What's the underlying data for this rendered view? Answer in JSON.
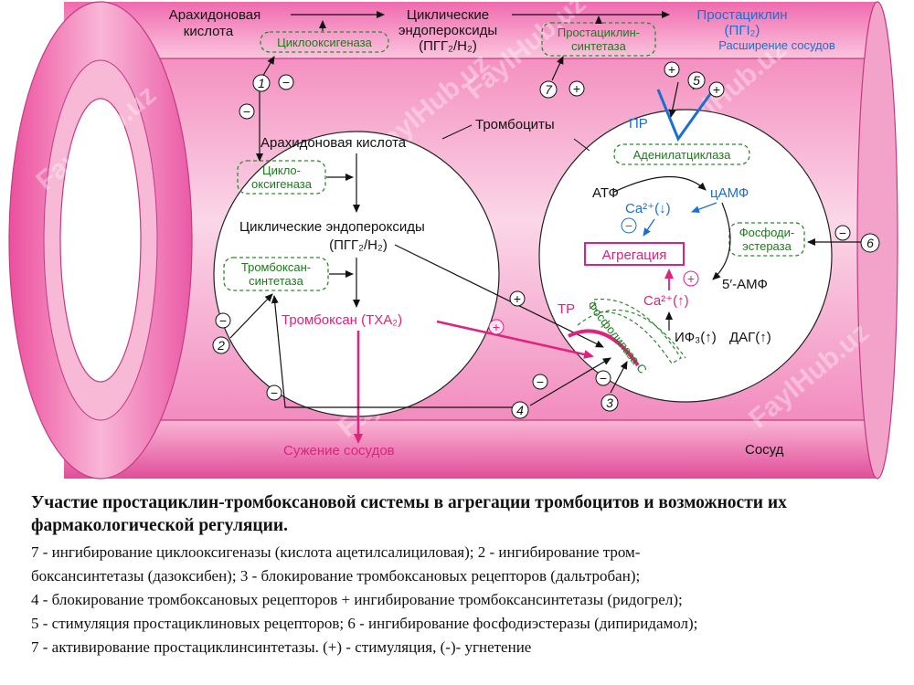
{
  "vessel": {
    "label": "Сосуд",
    "colors": {
      "wall": "#e85aa6",
      "wall_light": "#f7a3cd",
      "lumen": "#f49ac4",
      "lumen_light": "#fbd3e6"
    }
  },
  "top_pathway": {
    "arachidonic_line1": "Арахидоновая",
    "arachidonic_line2": "кислота",
    "cox_enzyme": "Циклооксигеназа",
    "endoperoxides_line1": "Циклические",
    "endoperoxides_line2": "эндопероксиды",
    "endoperoxides_formula": "(ПГГ₂/Н₂)",
    "prostacyclin_synthase_line1": "Простациклин-",
    "prostacyclin_synthase_line2": "синтетаза",
    "prostacyclin": "Простациклин",
    "prostacyclin_formula": "(ПГI₂)",
    "vasodilation": "Расширение сосудов"
  },
  "platelets_label": "Тромбоциты",
  "left_cell": {
    "arachidonic_acid": "Арахидоновая кислота",
    "cox_line1": "Цикло-",
    "cox_line2": "оксигеназа",
    "endoperoxides": "Циклические эндопероксиды",
    "endoperoxides_formula": "(ПГГ₂/Н₂)",
    "tx_synthase_line1": "Тромбоксан-",
    "tx_synthase_line2": "синтетаза",
    "thromboxane": "Тромбоксан (ТХА₂)",
    "vasoconstriction": "Сужение сосудов"
  },
  "right_cell": {
    "pr_receptor": "ПР",
    "adenylate_cyclase": "Аденилатциклаза",
    "atp": "АТФ",
    "camp": "цАМФ",
    "ca_down": "Ca²⁺(↓)",
    "pde_line1": "Фосфоди-",
    "pde_line2": "эстераза",
    "amp": "5′-АМФ",
    "aggregation": "Агрегация",
    "ca_up": "Ca²⁺(↑)",
    "tp_receptor": "ТР",
    "phospholipase": "Фосфолипаза С",
    "ip3": "ИФ₃(↑)",
    "dag": "ДАГ(↑)"
  },
  "markers": {
    "n1": "1",
    "n2": "2",
    "n3": "3",
    "n4": "4",
    "n5": "5",
    "n6": "6",
    "n7": "7",
    "plus": "+",
    "minus": "−"
  },
  "watermark": "FaylHub.uz",
  "caption": {
    "title": "Участие простациклин-тромбоксановой системы в агрегации тромбоцитов и возможности их фармакологической регуляции.",
    "items": [
      "7 - ингибирование циклооксигеназы (кислота ацетилсалициловая); 2 - ингибирование тром-",
      "боксансинтетазы (дазоксибен); 3 - блокирование тромбоксановых рецепторов (дальтробан);",
      "4 - блокирование тромбоксановых рецепторов + ингибирование тромбоксансинтетазы (ридогрел);",
      "5 - стимуляция простациклиновых рецепторов; 6 - ингибирование фосфодиэстеразы (дипиридамол);",
      "7 - активирование простациклинсинтетазы. (+) - стимуляция, (-)- угнетение"
    ]
  }
}
